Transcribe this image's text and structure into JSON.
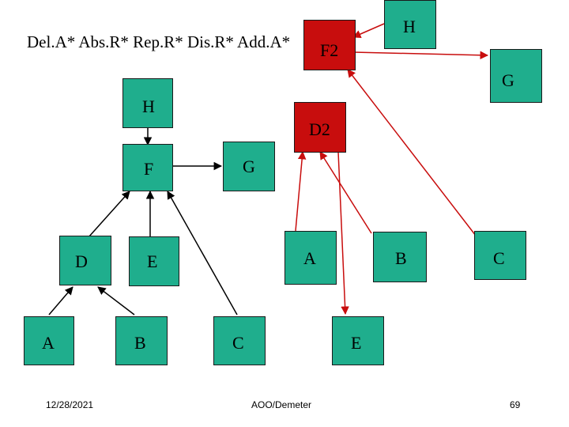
{
  "heading": "Del.A* Abs.R* Rep.R* Dis.R* Add.A*",
  "nodes": {
    "H_top": "H",
    "F2": "F2",
    "G_right": "G",
    "H_left": "H",
    "D2": "D2",
    "F": "F",
    "G_mid": "G",
    "D": "D",
    "E_mid": "E",
    "A_right": "A",
    "B_right": "B",
    "C_right": "C",
    "A_bottom": "A",
    "B_bottom": "B",
    "C_bottom": "C",
    "E_bottom": "E"
  },
  "colors": {
    "node_green": "#1fae8d",
    "node_red": "#c80d0d",
    "edge_black": "#000000",
    "edge_red": "#c80d0d"
  },
  "footer": {
    "date": "12/28/2021",
    "center": "AOO/Demeter",
    "page": "69"
  }
}
